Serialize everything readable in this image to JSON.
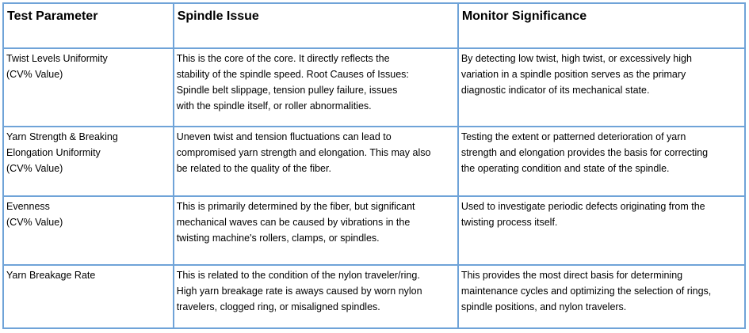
{
  "table": {
    "headers": [
      "Test Parameter",
      "Spindle Issue",
      "Monitor Significance"
    ],
    "rows": [
      {
        "parameter": [
          "Twist Levels Uniformity",
          "(CV% Value)"
        ],
        "issue": [
          "This is the core of the core. It directly reflects the",
          "stability of the spindle speed. Root Causes of Issues:",
          "Spindle belt slippage, tension pulley failure, issues",
          "with the spindle itself, or roller abnormalities."
        ],
        "significance": [
          "By detecting low twist, high twist, or excessively high",
          "variation in a spindle position serves as the primary",
          "diagnostic indicator of its mechanical state."
        ]
      },
      {
        "parameter": [
          "Yarn Strength & Breaking",
          "Elongation Uniformity",
          "(CV% Value)"
        ],
        "issue": [
          "Uneven twist and tension fluctuations can lead to",
          "compromised yarn strength and elongation. This may also",
          "be related to the quality of the fiber."
        ],
        "significance": [
          "Testing the extent or patterned deterioration of yarn",
          "strength and elongation provides the basis for correcting",
          "the operating condition and state of the spindle."
        ]
      },
      {
        "parameter": [
          "Evenness",
          "(CV% Value)"
        ],
        "issue": [
          "This is primarily determined by the fiber, but significant",
          "mechanical waves can be caused by vibrations in the",
          "twisting machine's rollers, clamps, or spindles."
        ],
        "significance": [
          "Used to investigate periodic defects originating from the",
          "twisting process itself."
        ]
      },
      {
        "parameter": [
          "Yarn Breakage Rate"
        ],
        "issue": [
          "This is related to the condition of the nylon traveler/ring.",
          "High yarn breakage rate is aways caused by worn nylon",
          "travelers, clogged ring, or misaligned spindles."
        ],
        "significance": [
          "This provides the most direct basis for determining",
          "maintenance cycles and optimizing the selection of rings,",
          "spindle positions, and nylon travelers."
        ]
      }
    ]
  }
}
